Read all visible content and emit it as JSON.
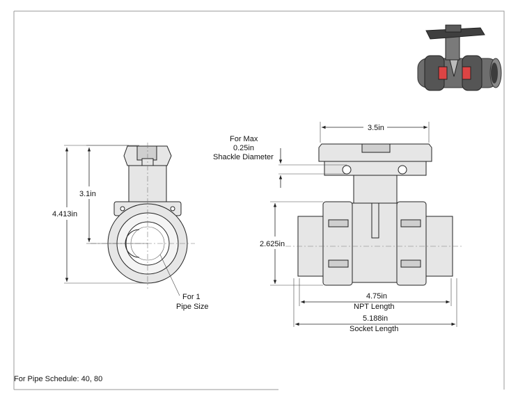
{
  "labels": {
    "left_height_inner": "3.1in",
    "left_height_outer": "4.413in",
    "pipe_size_line1": "For 1",
    "pipe_size_line2": "Pipe Size",
    "top_width": "3.5in",
    "shackle_line1": "For Max",
    "shackle_line2": "0.25in",
    "shackle_line3": "Shackle Diameter",
    "right_height": "2.625in",
    "npt_value": "4.75in",
    "npt_label": "NPT Length",
    "socket_value": "5.188in",
    "socket_label": "Socket Length"
  },
  "footer": "For Pipe Schedule: 40, 80",
  "colors": {
    "line": "#222222",
    "body_fill": "#e6e6e6",
    "iso_body": "#6b6b6b",
    "iso_handle": "#4a4a4a"
  }
}
